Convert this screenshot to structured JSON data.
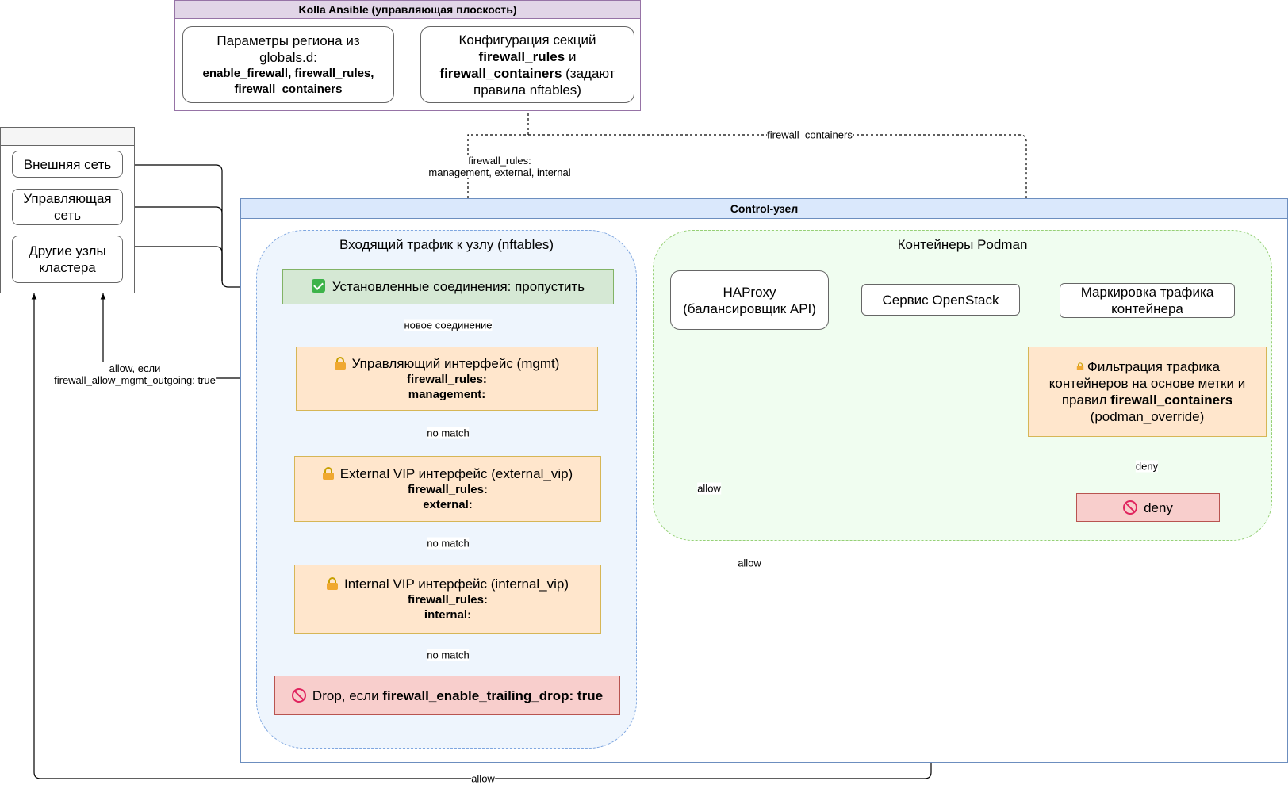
{
  "control_plane": {
    "title": "Kolla Ansible (управляющая плоскость)",
    "params_lines": [
      "Параметры региона из",
      "globals.d:"
    ],
    "params_bold": [
      "enable_firewall, firewall_rules,",
      "firewall_containers"
    ],
    "config_line1": "Конфигурация секций",
    "config_bold1": "firewall_rules",
    "config_text_and": " и",
    "config_bold2": "firewall_containers",
    "config_text_tail": " (задают",
    "config_line4": "правила nftables)"
  },
  "networks": {
    "external": "Внешняя сеть",
    "management": [
      "Управляющая",
      "сеть"
    ],
    "cluster": [
      "Другие узлы",
      "кластера"
    ]
  },
  "control_node": {
    "title": "Control-узел",
    "ingress_group": "Входящий трафик к узлу (nftables)",
    "containers_group": "Контейнеры Podman",
    "established": "Установленные соединения: пропустить",
    "mgmt_title": "Управляющий интерфейс (mgmt)",
    "mgmt_rule1": "firewall_rules:",
    "mgmt_rule2": "management:",
    "ext_title": "External VIP интерфейс (external_vip)",
    "ext_rule1": "firewall_rules:",
    "ext_rule2": "external:",
    "int_title": "Internal VIP интерфейс (internal_vip)",
    "int_rule1": "firewall_rules:",
    "int_rule2": "internal:",
    "drop_text": "Drop, если ",
    "drop_bold": "firewall_enable_trailing_drop: true",
    "haproxy": [
      "HAProxy",
      "(балансировщик API)"
    ],
    "service": "Сервис OpenStack",
    "marking": [
      "Маркировка трафика",
      "контейнера"
    ],
    "filter_lines": [
      "Фильтрация трафика",
      "контейнеров на основе метки и"
    ],
    "filter_prefix": "правил ",
    "filter_bold": "firewall_containers",
    "filter_tail": "(podman_override)",
    "deny": "deny"
  },
  "edge_labels": {
    "fw_rules_1": "firewall_rules:",
    "fw_rules_2": "management, external, internal",
    "fw_containers": "firewall_containers",
    "new_conn": "новое соединение",
    "no_match_1": "no match",
    "no_match_2": "no match",
    "no_match_3": "no match",
    "allow_ext": "allow",
    "allow_int": "allow",
    "allow_mgmt_1": "allow, если",
    "allow_mgmt_2": "firewall_allow_mgmt_outgoing: true",
    "deny_edge": "deny",
    "allow_bottom": "allow"
  },
  "colors": {
    "control_plane_fill": "#e1d5e7",
    "control_plane_stroke": "#9673a6",
    "control_node_header": "#dae8fc",
    "control_node_stroke": "#6c8ebf",
    "ingress_fill": "#eef5fd",
    "containers_fill": "#f0fdf0",
    "rule_fill": "#ffe6cc",
    "ok_fill": "#d5e8d4",
    "deny_fill": "#f8cecc"
  }
}
